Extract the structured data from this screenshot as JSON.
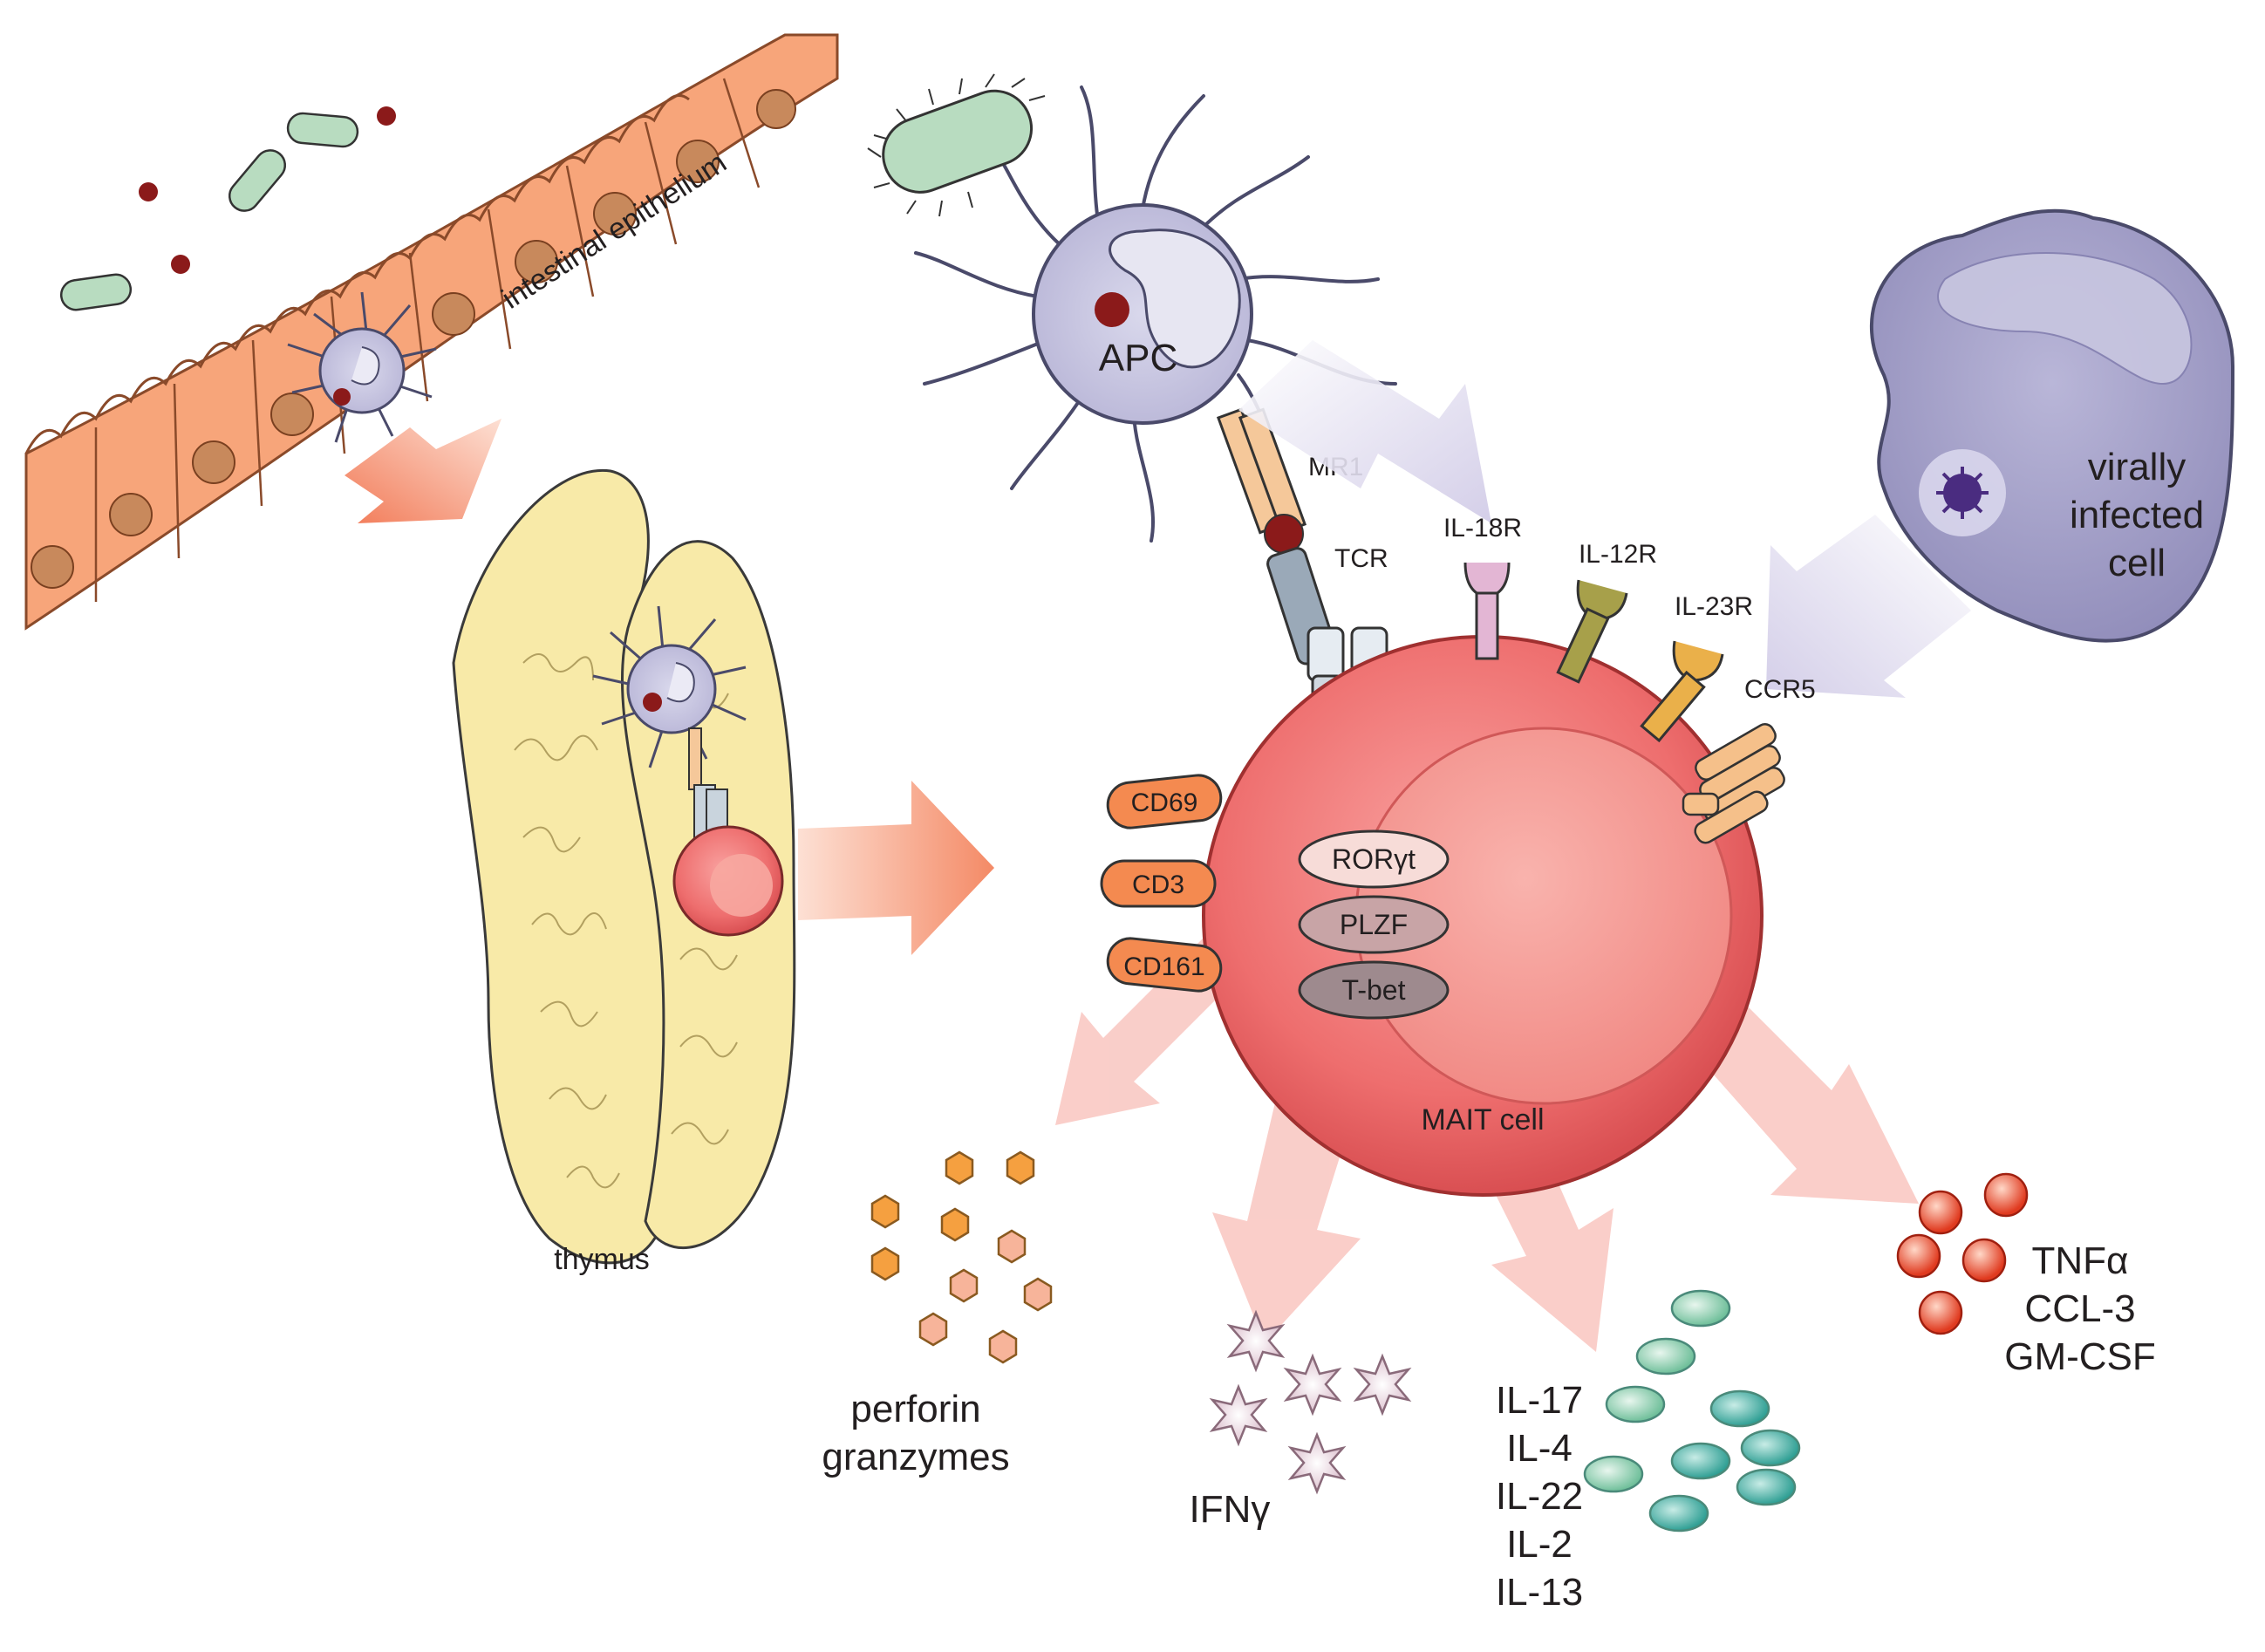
{
  "labels": {
    "epithelium": "intestinal epithelium",
    "apc": "APC",
    "mr1": "MR1",
    "tcr": "TCR",
    "il18r": "IL-18R",
    "il12r": "IL-12R",
    "il23r": "IL-23R",
    "ccr5": "CCR5",
    "virally_infected_cell": [
      "virally",
      "infected",
      "cell"
    ],
    "thymus": "thymus",
    "mait_cell": "MAIT cell",
    "surface_markers": [
      "CD69",
      "CD3",
      "CD161"
    ],
    "transcription_factors": [
      "RORγt",
      "PLZF",
      "T-bet"
    ],
    "perforin_granzymes": [
      "perforin",
      "granzymes"
    ],
    "ifng": "IFNγ",
    "il_cytokines": [
      "IL-17",
      "IL-4",
      "IL-22",
      "IL-2",
      "IL-13"
    ],
    "tnf_group": [
      "TNFα",
      "CCL-3",
      "GM-CSF"
    ]
  },
  "colors": {
    "epithelium": "#f7a57a",
    "epithelium_nucleus": "#c8895c",
    "bacteria": "#b8dcc0",
    "antigen": "#8b1a1a",
    "apc": "#c9c7e2",
    "thymus": "#f8eaa8",
    "mait_cell": "#ee6b6b",
    "arrow_orange": "#f59a7a",
    "arrow_pink": "#f9c6c0",
    "arrow_lavender": "#d9d4ec"
  }
}
